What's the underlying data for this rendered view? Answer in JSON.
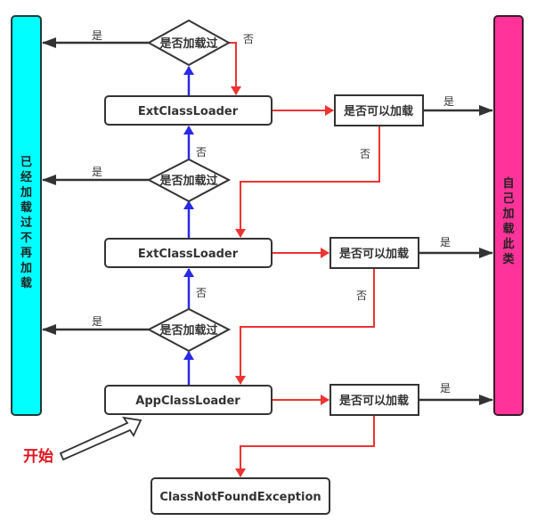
{
  "colors": {
    "left_bar": "#00ffff",
    "right_bar": "#ff3399",
    "blue_arrow": "#2a2ae6",
    "red_arrow": "#ee3333",
    "black_arrow": "#333333",
    "start_text": "#e0141e"
  },
  "left_bar": {
    "label": "已经加载过不再加载"
  },
  "right_bar": {
    "label": "自己加载此类"
  },
  "nodes": {
    "ext_loader_1": "ExtClassLoader",
    "ext_loader_2": "ExtClassLoader",
    "app_loader": "AppClassLoader",
    "exception": "ClassNotFoundException",
    "check_loaded_1": "是否加载过",
    "check_loaded_2": "是否加载过",
    "check_loaded_3": "是否加载过",
    "can_load_1": "是否可以加载",
    "can_load_2": "是否可以加载",
    "can_load_3": "是否可以加载"
  },
  "labels": {
    "yes": "是",
    "no": "否",
    "start": "开始"
  }
}
